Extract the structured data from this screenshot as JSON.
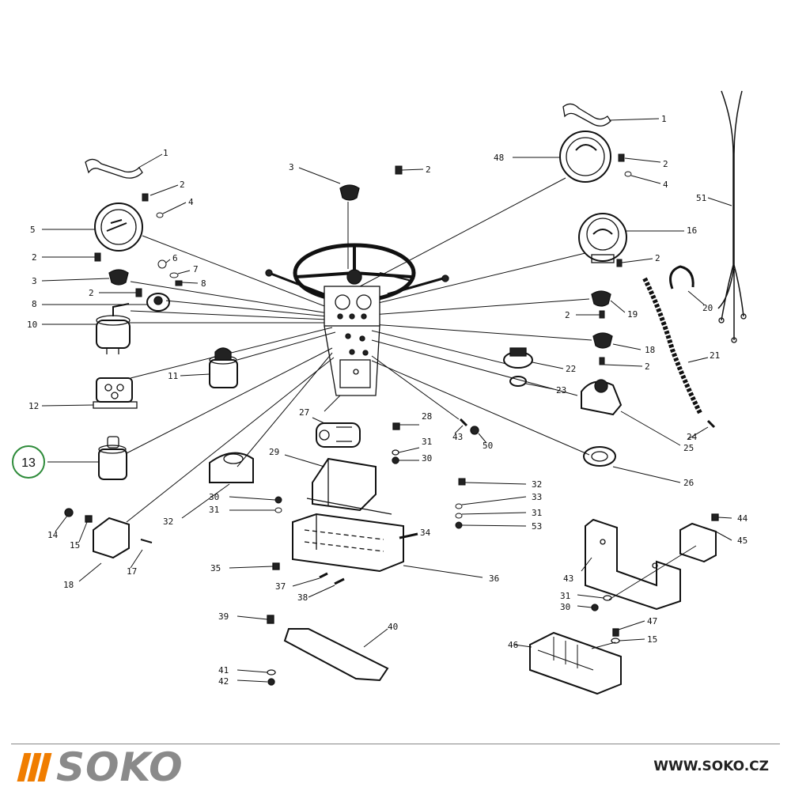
{
  "diagram": {
    "highlighted_label": "13",
    "highlight_color": "#2e8b3a",
    "callouts": [
      {
        "id": "c1a",
        "label": "1"
      },
      {
        "id": "c1b",
        "label": "1"
      },
      {
        "id": "c2a",
        "label": "2"
      },
      {
        "id": "c2b",
        "label": "2"
      },
      {
        "id": "c2c",
        "label": "2"
      },
      {
        "id": "c2d",
        "label": "2"
      },
      {
        "id": "c2e",
        "label": "2"
      },
      {
        "id": "c2f",
        "label": "2"
      },
      {
        "id": "c2g",
        "label": "2"
      },
      {
        "id": "c2h",
        "label": "2"
      },
      {
        "id": "c3a",
        "label": "3"
      },
      {
        "id": "c3b",
        "label": "3"
      },
      {
        "id": "c4a",
        "label": "4"
      },
      {
        "id": "c4b",
        "label": "4"
      },
      {
        "id": "c5",
        "label": "5"
      },
      {
        "id": "c6",
        "label": "6"
      },
      {
        "id": "c7",
        "label": "7"
      },
      {
        "id": "c8a",
        "label": "8"
      },
      {
        "id": "c8b",
        "label": "8"
      },
      {
        "id": "c10",
        "label": "10"
      },
      {
        "id": "c11",
        "label": "11"
      },
      {
        "id": "c12",
        "label": "12"
      },
      {
        "id": "c14",
        "label": "14"
      },
      {
        "id": "c15a",
        "label": "15"
      },
      {
        "id": "c15b",
        "label": "15"
      },
      {
        "id": "c16",
        "label": "16"
      },
      {
        "id": "c17",
        "label": "17"
      },
      {
        "id": "c18a",
        "label": "18"
      },
      {
        "id": "c18b",
        "label": "18"
      },
      {
        "id": "c19",
        "label": "19"
      },
      {
        "id": "c20",
        "label": "20"
      },
      {
        "id": "c21",
        "label": "21"
      },
      {
        "id": "c22",
        "label": "22"
      },
      {
        "id": "c23a",
        "label": "23"
      },
      {
        "id": "c24",
        "label": "24"
      },
      {
        "id": "c25",
        "label": "25"
      },
      {
        "id": "c26",
        "label": "26"
      },
      {
        "id": "c27",
        "label": "27"
      },
      {
        "id": "c28",
        "label": "28"
      },
      {
        "id": "c29",
        "label": "29"
      },
      {
        "id": "c30a",
        "label": "30"
      },
      {
        "id": "c30b",
        "label": "30"
      },
      {
        "id": "c30c",
        "label": "30"
      },
      {
        "id": "c31a",
        "label": "31"
      },
      {
        "id": "c31b",
        "label": "31"
      },
      {
        "id": "c31c",
        "label": "31"
      },
      {
        "id": "c31d",
        "label": "31"
      },
      {
        "id": "c32a",
        "label": "32"
      },
      {
        "id": "c32b",
        "label": "32"
      },
      {
        "id": "c33",
        "label": "33"
      },
      {
        "id": "c34",
        "label": "34"
      },
      {
        "id": "c35",
        "label": "35"
      },
      {
        "id": "c36",
        "label": "36"
      },
      {
        "id": "c37",
        "label": "37"
      },
      {
        "id": "c38",
        "label": "38"
      },
      {
        "id": "c39",
        "label": "39"
      },
      {
        "id": "c40",
        "label": "40"
      },
      {
        "id": "c41",
        "label": "41"
      },
      {
        "id": "c42",
        "label": "42"
      },
      {
        "id": "c43a",
        "label": "43"
      },
      {
        "id": "c43b",
        "label": "43"
      },
      {
        "id": "c44",
        "label": "44"
      },
      {
        "id": "c45",
        "label": "45"
      },
      {
        "id": "c46",
        "label": "46"
      },
      {
        "id": "c47",
        "label": "47"
      },
      {
        "id": "c48",
        "label": "48"
      },
      {
        "id": "c50",
        "label": "50"
      },
      {
        "id": "c51",
        "label": "51"
      },
      {
        "id": "c53",
        "label": "53"
      }
    ]
  },
  "footer": {
    "brand": "SOKO",
    "brand_color": "#8a8a8a",
    "accent_color": "#f07d00",
    "website": "WWW.SOKO.CZ"
  }
}
